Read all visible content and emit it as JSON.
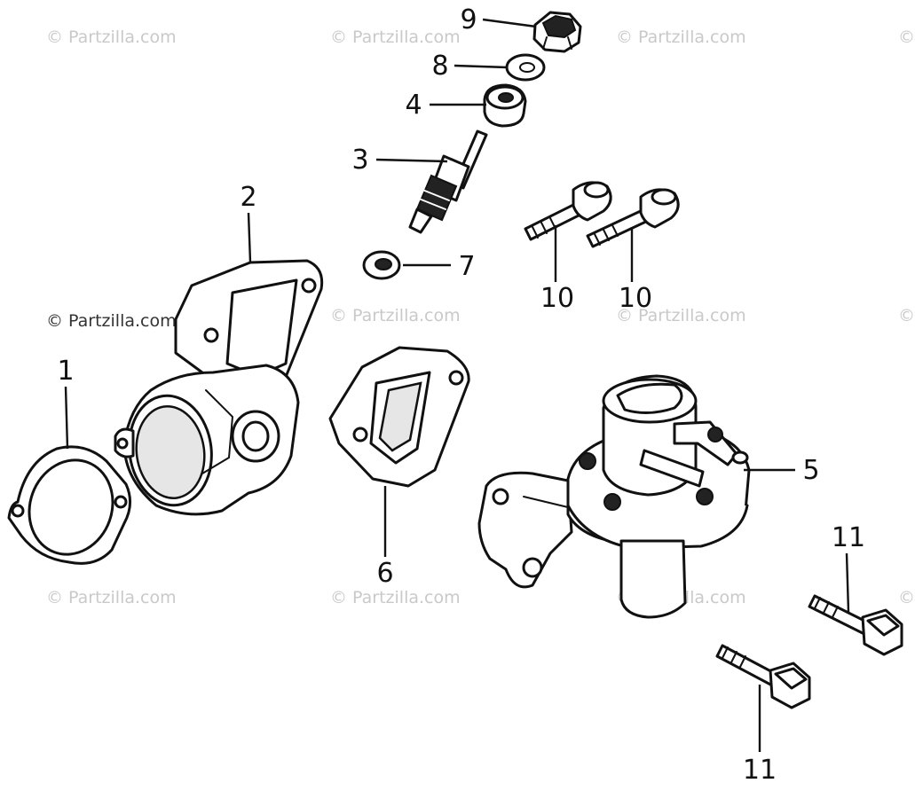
{
  "watermarks": [
    {
      "text": "© Partzilla.com"
    },
    {
      "text": "© Partzilla.com"
    },
    {
      "text": "© Partzilla.com"
    },
    {
      "text": "© Partzilla.com"
    },
    {
      "text": "© Partzilla.com"
    },
    {
      "text": "© Partzilla.com"
    },
    {
      "text": "© Partzilla.com"
    },
    {
      "text": "© Partzilla.com"
    },
    {
      "text": "© Partzilla.com"
    },
    {
      "text": "©"
    },
    {
      "text": "©"
    },
    {
      "text": "©"
    }
  ],
  "callouts": [
    {
      "label": "9"
    },
    {
      "label": "8"
    },
    {
      "label": "4"
    },
    {
      "label": "3"
    },
    {
      "label": "2"
    },
    {
      "label": "7"
    },
    {
      "label": "10"
    },
    {
      "label": "10"
    },
    {
      "label": "1"
    },
    {
      "label": "5"
    },
    {
      "label": "6"
    },
    {
      "label": "11"
    },
    {
      "label": "11"
    }
  ]
}
